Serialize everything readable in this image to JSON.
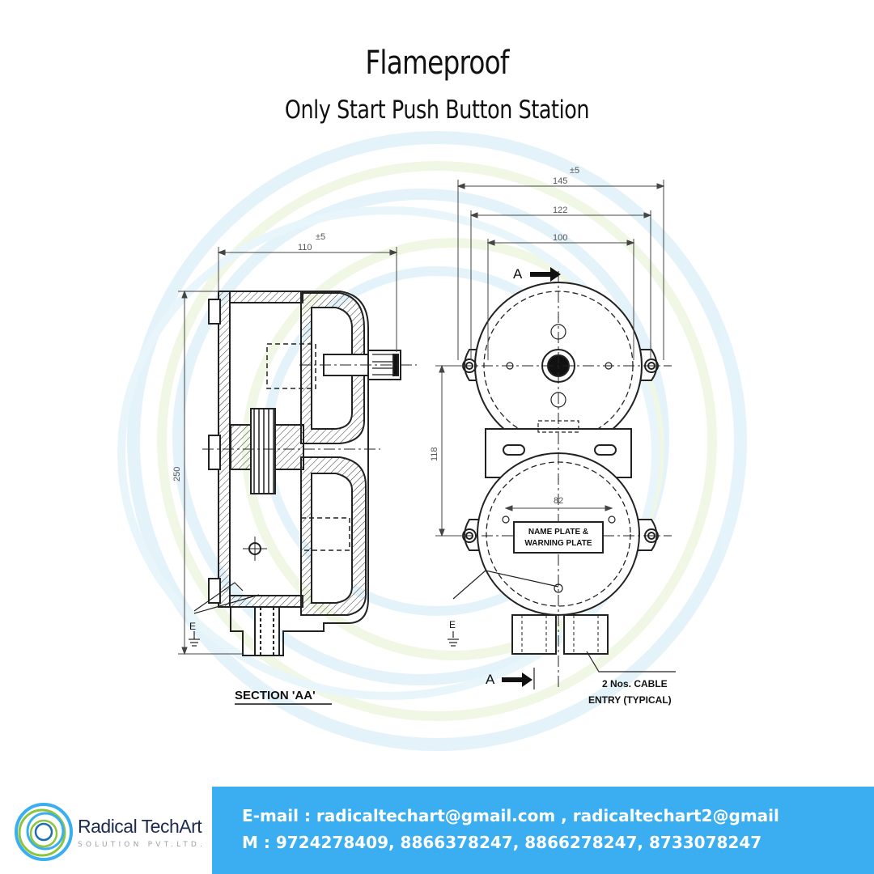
{
  "header": {
    "title": "Flameproof",
    "subtitle": "Only Start Push Button Station"
  },
  "drawing": {
    "dimensions": {
      "top_width": "145",
      "top_tolerance": "±5",
      "mid_width": "122",
      "inner_width": "100",
      "section_width": "110",
      "section_tolerance": "±5",
      "height": "250",
      "mount_height": "118",
      "mount_spacing": "82"
    },
    "labels": {
      "section_arrow_top": "A",
      "section_arrow_bottom": "A",
      "name_plate_line1": "NAME PLATE &",
      "name_plate_line2": "WARNING PLATE",
      "cable_entry_line1": "2 Nos. CABLE",
      "cable_entry_line2": "ENTRY (TYPICAL)",
      "earth_left": "E",
      "earth_right": "E",
      "section_caption": "SECTION 'AA'"
    }
  },
  "footer": {
    "brand_name": "Radical TechArt",
    "brand_tagline": "SOLUTION PVT.LTD.",
    "email": "E-mail : radicaltechart@gmail.com , radicaltechart2@gmail",
    "phone": "M : 9724278409, 8866378247, 8866278247, 8733078247"
  },
  "colors": {
    "watermark_blue": "#cfe9f7",
    "watermark_green": "#e4f2cf",
    "contact_bar": "#3aaef0",
    "line": "#222222",
    "dimension_text": "#555555"
  }
}
